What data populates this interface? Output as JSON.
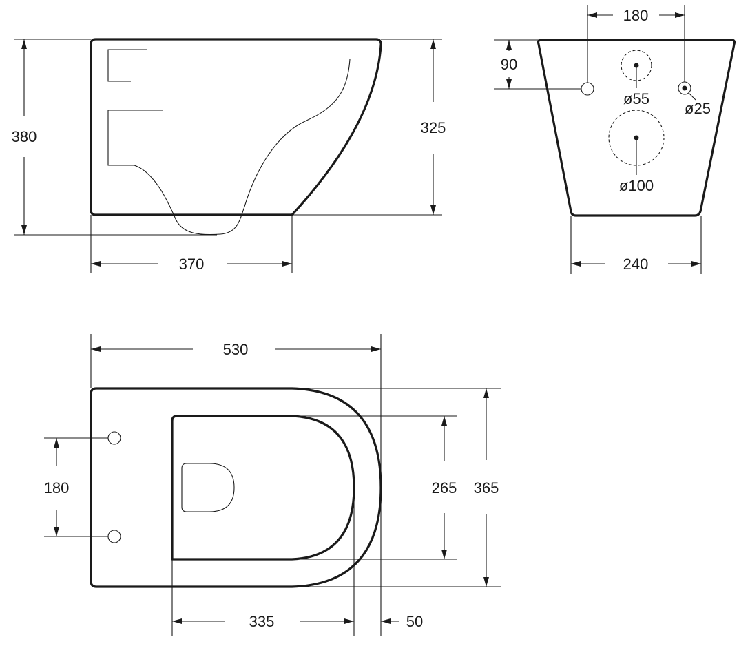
{
  "side_view": {
    "height_label": "380",
    "bowl_height_label": "325",
    "length_label": "370"
  },
  "rear_view": {
    "bolt_spacing_label": "180",
    "bolt_height_label": "90",
    "inlet_diameter_label": "ø55",
    "bolt_diameter_label": "ø25",
    "outlet_diameter_label": "ø100",
    "base_width_label": "240"
  },
  "top_view": {
    "total_length_label": "530",
    "bolt_spacing_label": "180",
    "inner_width_label": "265",
    "outer_width_label": "365",
    "inner_length_label": "335",
    "rim_offset_label": "50"
  }
}
